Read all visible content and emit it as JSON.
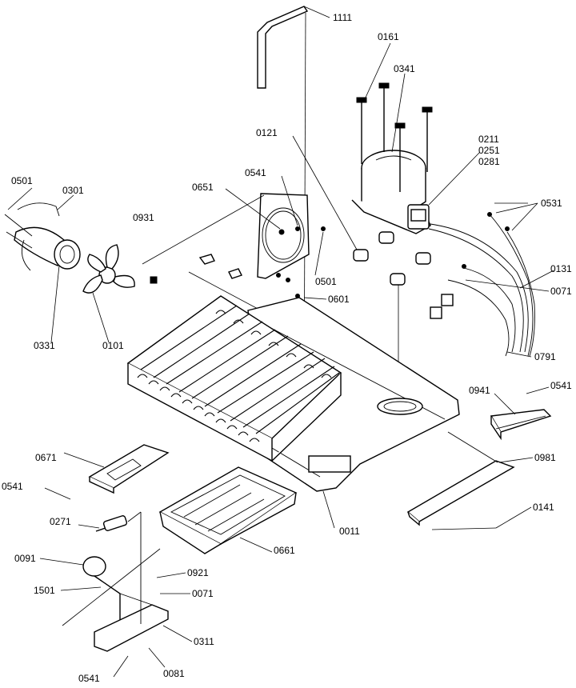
{
  "callouts": {
    "c1111": "1111",
    "c0161": "0161",
    "c0341": "0341",
    "c0121": "0121",
    "c0211": "0211",
    "c0251": "0251",
    "c0281": "0281",
    "c0501_top": "0501",
    "c0301": "0301",
    "c0651": "0651",
    "c0541_shroud": "0541",
    "c0531": "0531",
    "c0931": "0931",
    "c0131": "0131",
    "c0501_mid": "0501",
    "c0601": "0601",
    "c0071_harness": "0071",
    "c0331": "0331",
    "c0101": "0101",
    "c0791": "0791",
    "c0941": "0941",
    "c0541_bracket": "0541",
    "c0671": "0671",
    "c0981": "0981",
    "c0541_left": "0541",
    "c0141": "0141",
    "c0271": "0271",
    "c0011": "0011",
    "c0661": "0661",
    "c0091": "0091",
    "c0921": "0921",
    "c1501": "1501",
    "c0071_drain": "0071",
    "c0311": "0311",
    "c0541_bottom": "0541",
    "c0081": "0081"
  },
  "icons": [
    "fan-motor-icon",
    "fan-blade-icon",
    "compressor-icon",
    "evaporator-coil-icon",
    "drain-pan-icon",
    "screw-icon",
    "grommet-icon",
    "wire-harness-icon",
    "thermostat-icon"
  ]
}
